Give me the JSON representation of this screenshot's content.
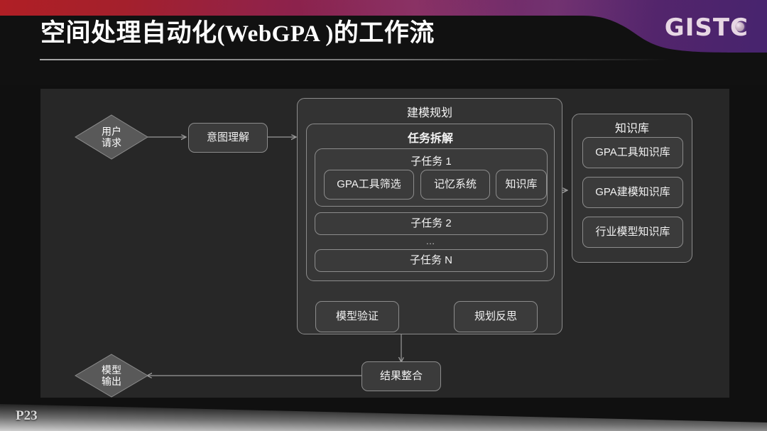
{
  "slide": {
    "title_cjk_1": "空间处理自动化",
    "title_latin": "(WebGPA )",
    "title_cjk_2": "的工作流",
    "page_number": "P23",
    "logo_main": "GIST",
    "logo_c": "C",
    "accent_red": "#b01f25",
    "accent_purple": "#46246e",
    "panel_bg": "#272727",
    "node_bg": "#3b3b3b",
    "node_border": "#8c8c8c"
  },
  "diagram": {
    "user_request": "用户\n请求",
    "user_request_line1": "用户",
    "user_request_line2": "请求",
    "intent_understanding": "意图理解",
    "modeling_plan_title": "建模规划",
    "task_decomposition_title": "任务拆解",
    "subtask_1_title": "子任务 1",
    "subtask_1_items": [
      "GPA工具筛选",
      "记忆系统",
      "知识库"
    ],
    "subtask_2": "子任务 2",
    "ellipsis": "…",
    "subtask_n": "子任务 N",
    "model_validation": "模型验证",
    "plan_reflection": "规划反思",
    "knowledge_base_title": "知识库",
    "knowledge_base_items": [
      "GPA工具知识库",
      "GPA建模知识库",
      "行业模型知识库"
    ],
    "result_integration": "结果整合",
    "model_output_line1": "模型",
    "model_output_line2": "输出"
  }
}
